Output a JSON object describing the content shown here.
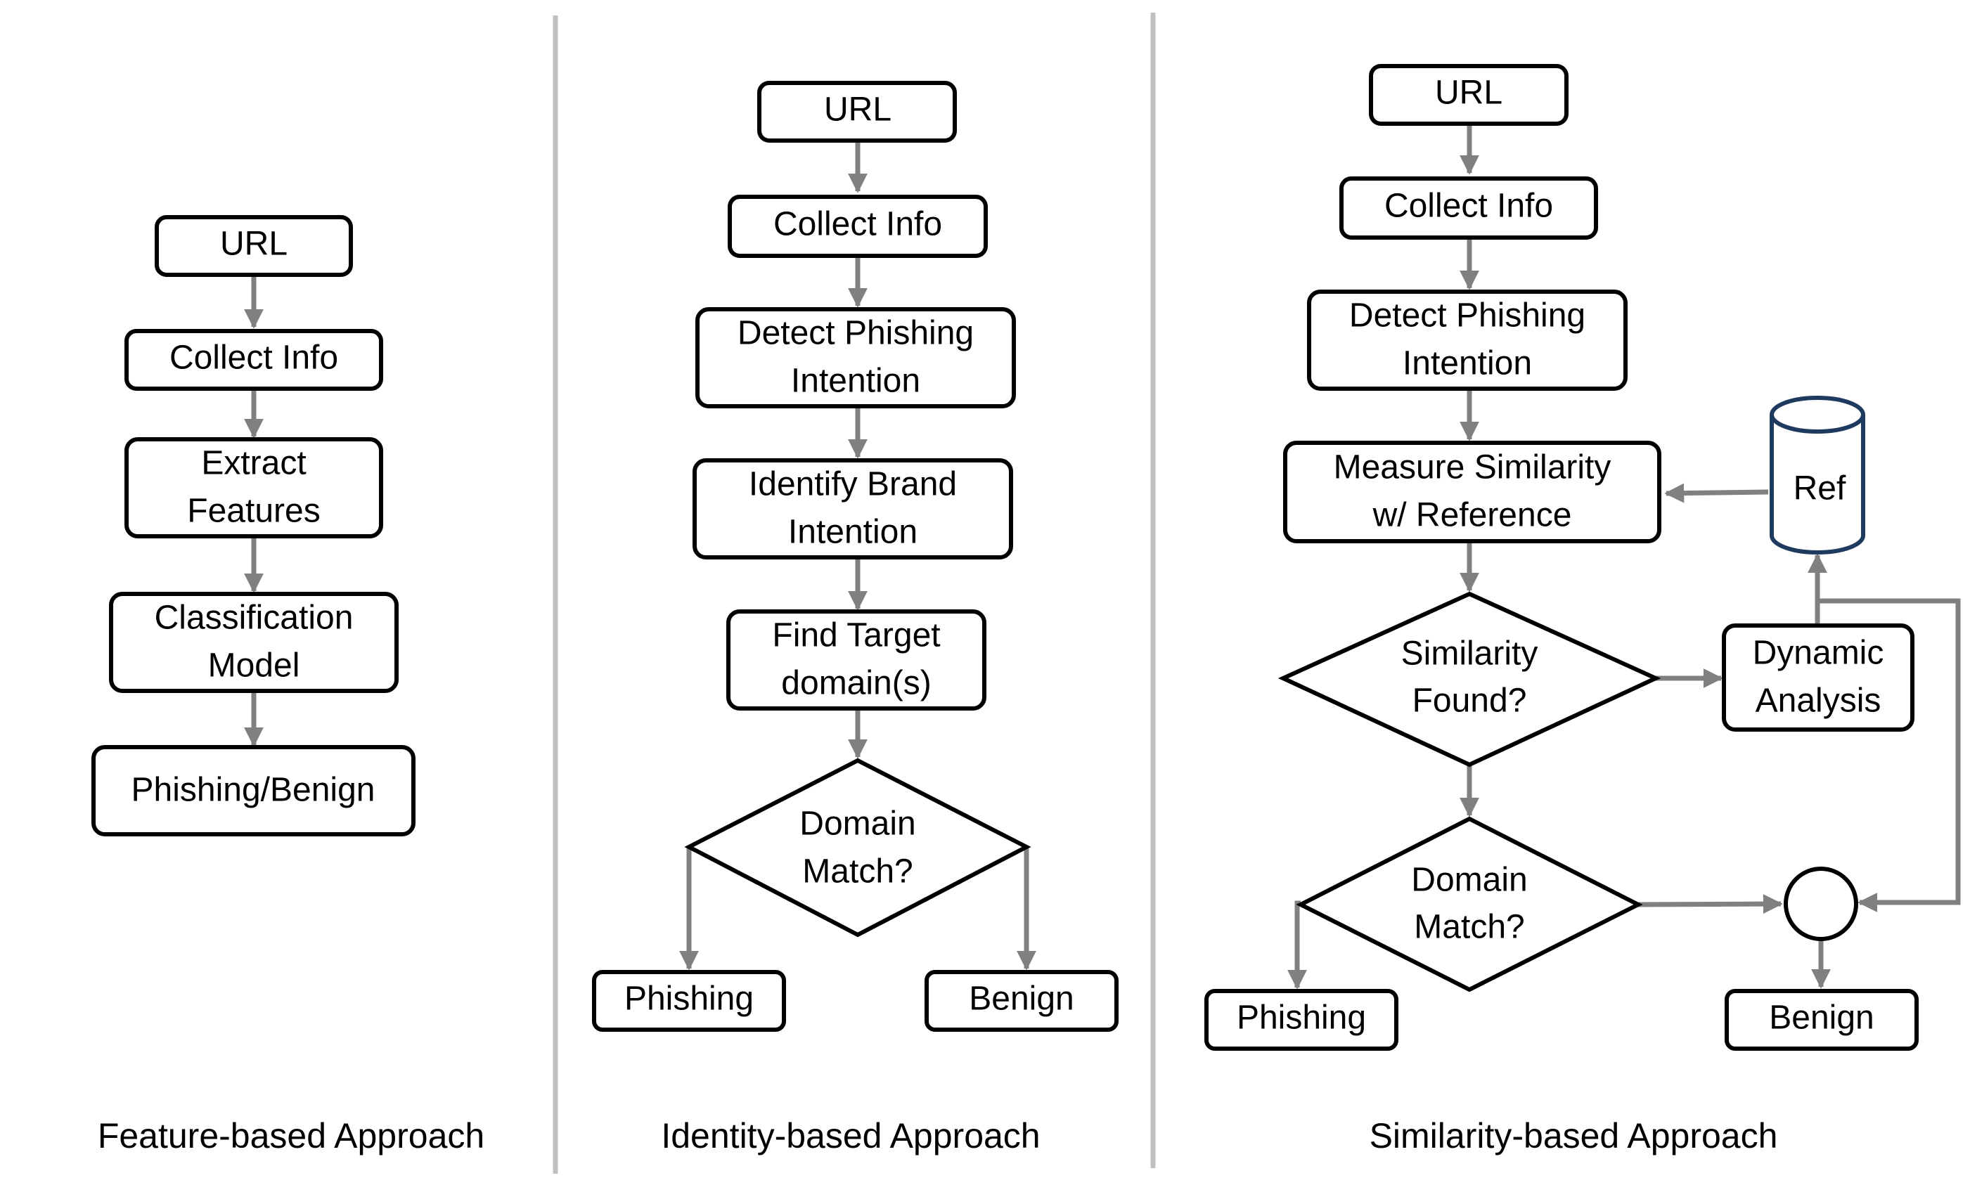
{
  "panels": [
    {
      "caption": "Feature-based Approach",
      "nodes": {
        "url": [
          "URL"
        ],
        "collect": [
          "Collect Info"
        ],
        "extract": [
          "Extract",
          "Features"
        ],
        "classify": [
          "Classification",
          "Model"
        ],
        "result": [
          "Phishing/Benign"
        ]
      }
    },
    {
      "caption": "Identity-based Approach",
      "nodes": {
        "url": [
          "URL"
        ],
        "collect": [
          "Collect Info"
        ],
        "detect": [
          "Detect Phishing",
          "Intention"
        ],
        "brand": [
          "Identify Brand",
          "Intention"
        ],
        "target": [
          "Find Target",
          "domain(s)"
        ],
        "domain": [
          "Domain",
          "Match?"
        ],
        "phishing": [
          "Phishing"
        ],
        "benign": [
          "Benign"
        ]
      }
    },
    {
      "caption": "Similarity-based Approach",
      "nodes": {
        "url": [
          "URL"
        ],
        "collect": [
          "Collect Info"
        ],
        "detect": [
          "Detect Phishing",
          "Intention"
        ],
        "measure": [
          "Measure Similarity",
          "w/ Reference"
        ],
        "ref": [
          "Ref"
        ],
        "similarity": [
          "Similarity",
          "Found?"
        ],
        "dynamic": [
          "Dynamic",
          "Analysis"
        ],
        "domain": [
          "Domain",
          "Match?"
        ],
        "phishing": [
          "Phishing"
        ],
        "benign": [
          "Benign"
        ]
      }
    }
  ],
  "colors": {
    "edge": "#808080",
    "divider": "#c0c0c0",
    "ref_stroke": "#1f3a5f"
  }
}
